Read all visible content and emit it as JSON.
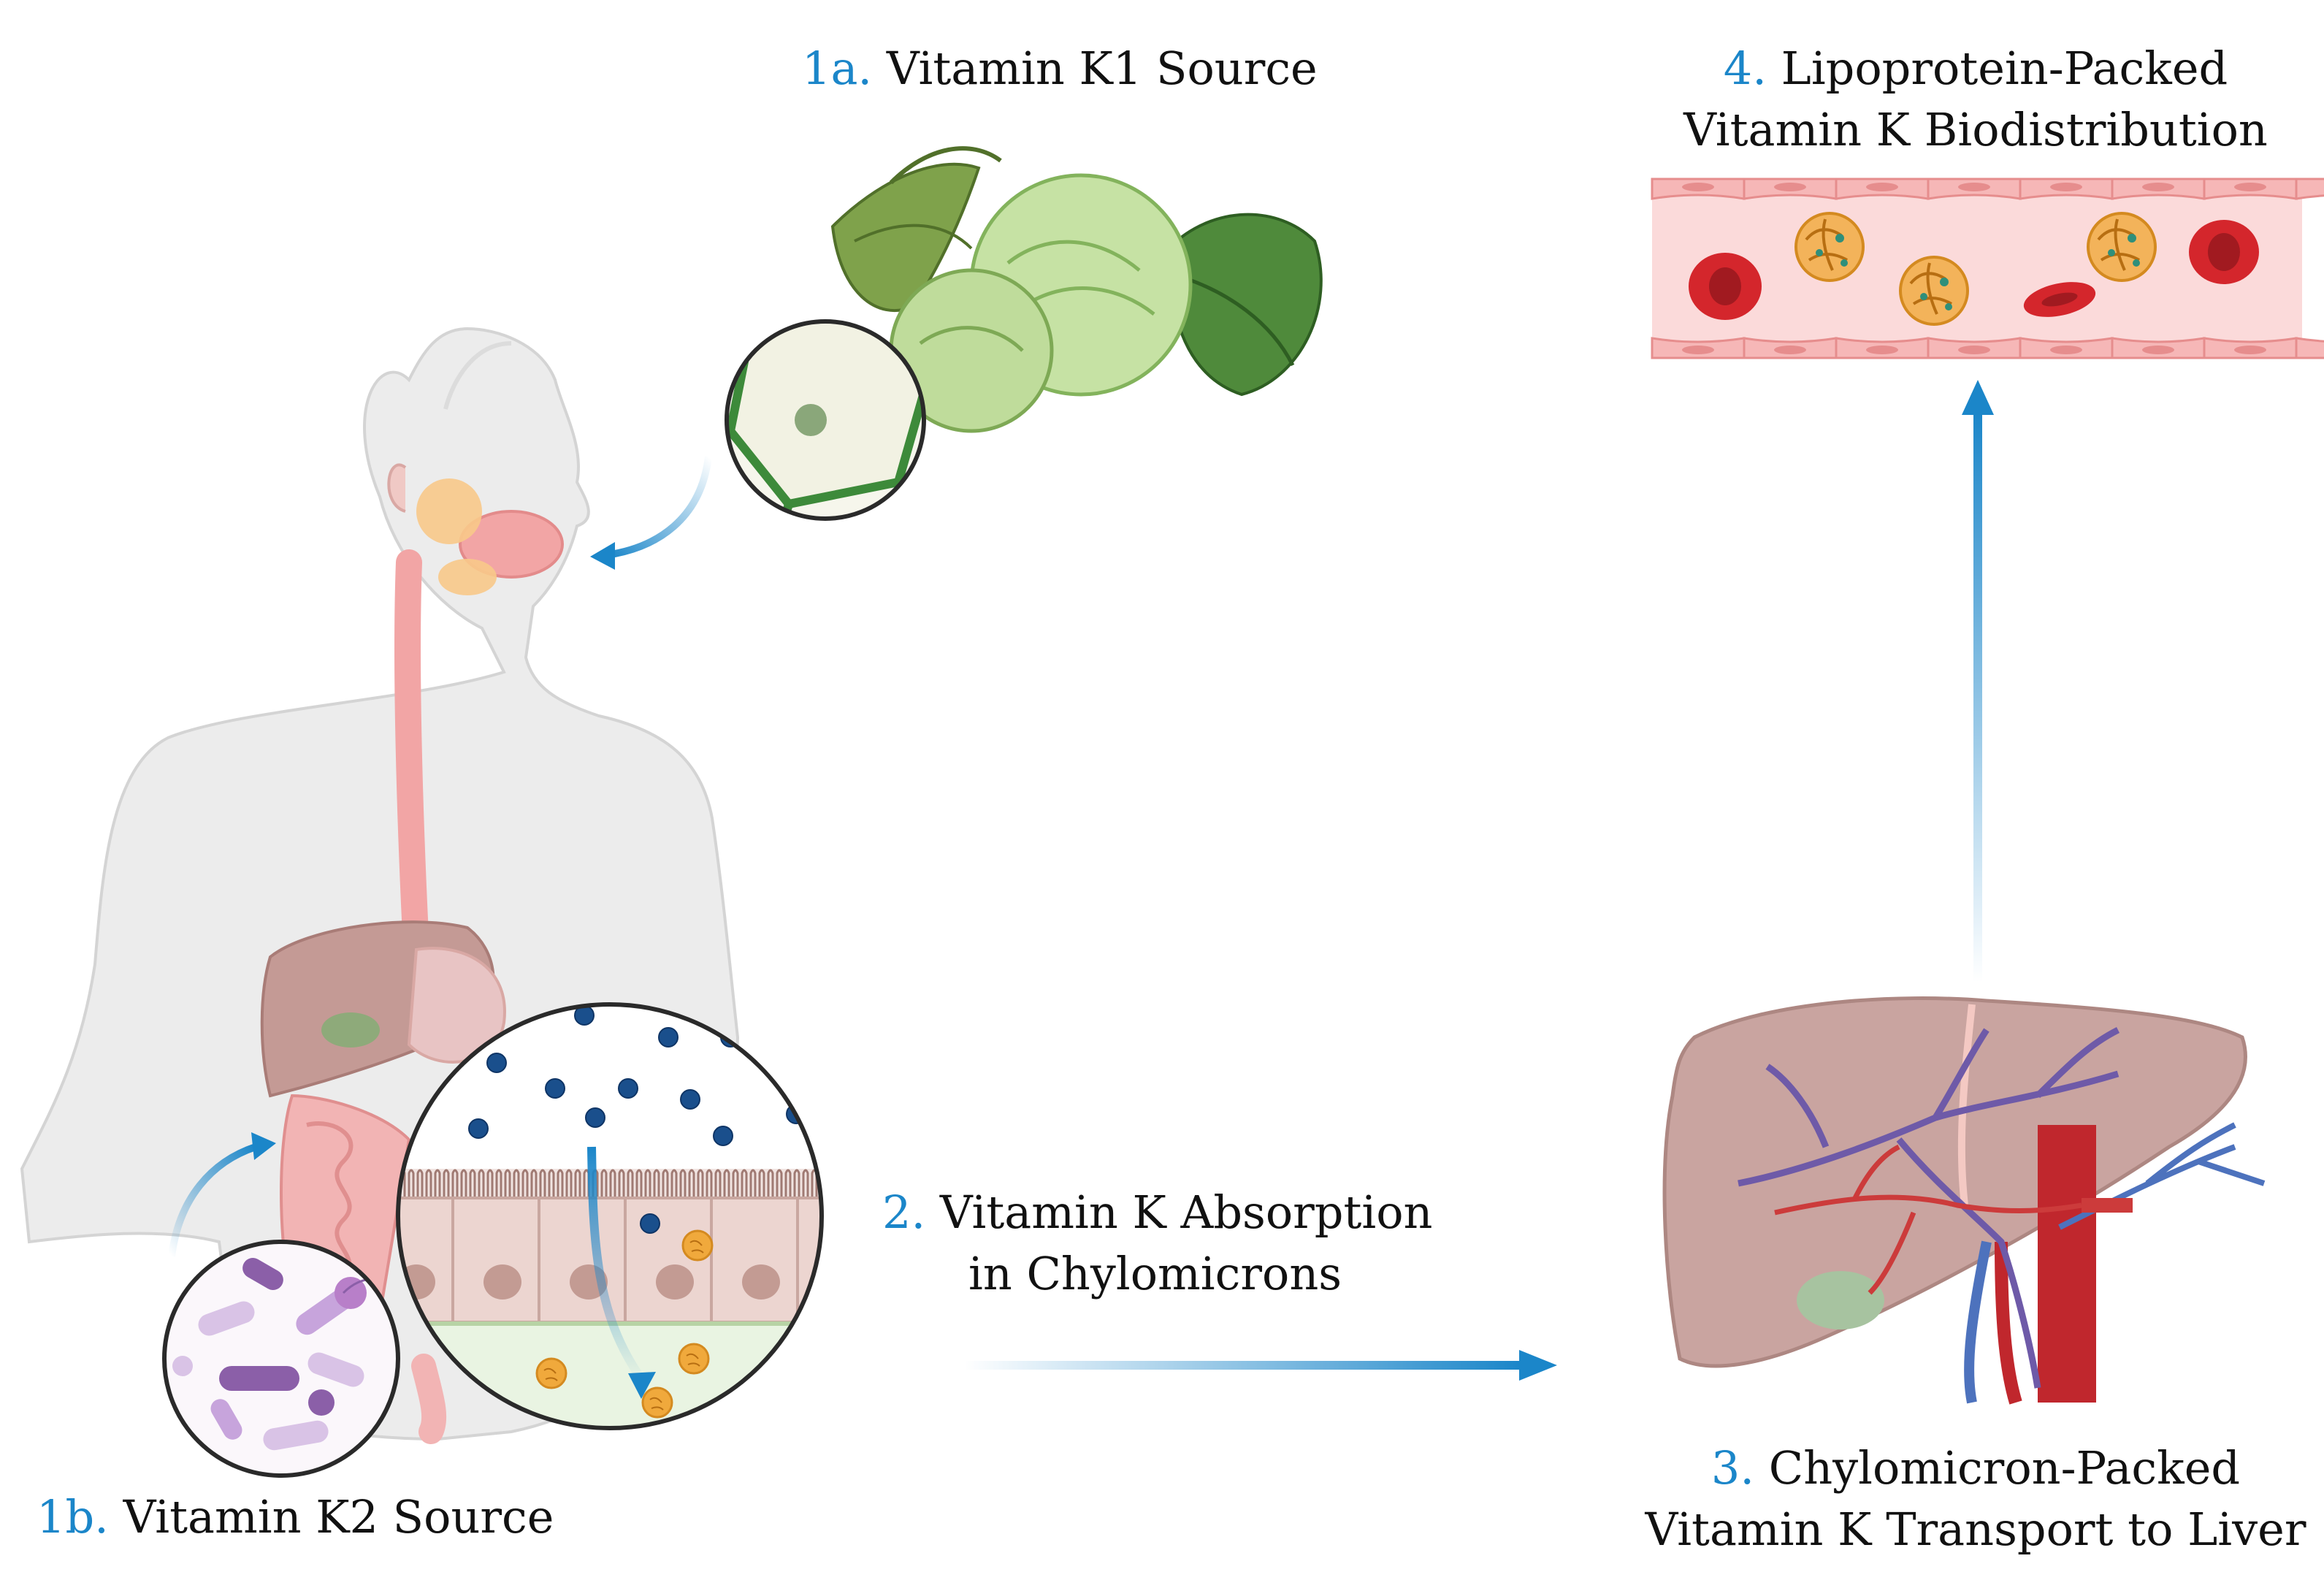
{
  "labels": {
    "k1": {
      "num": "1a.",
      "text": "Vitamin K1 Source"
    },
    "k2": {
      "num": "1b.",
      "text": "Vitamin K2 Source"
    },
    "absorption": {
      "num": "2.",
      "line1": "Vitamin K Absorption",
      "line2": "in Chylomicrons"
    },
    "liver": {
      "num": "3.",
      "line1": "Chylomicron-Packed",
      "line2": "Vitamin K Transport to Liver"
    },
    "distribution": {
      "num": "4.",
      "line1": "Lipoprotein-Packed",
      "line2": "Vitamin K Biodistribution"
    }
  },
  "colors": {
    "accent": "#1b86c9",
    "text": "#111111",
    "body": "#ebebeb",
    "organ_pink": "#f2a5a5",
    "liver": "#c49a95",
    "leaf_green": "#5c9a3e",
    "vessel": "#fbdada",
    "rbc": "#d4262c",
    "chylomicron": "#f0a93c",
    "molecule": "#1a4f8c"
  }
}
